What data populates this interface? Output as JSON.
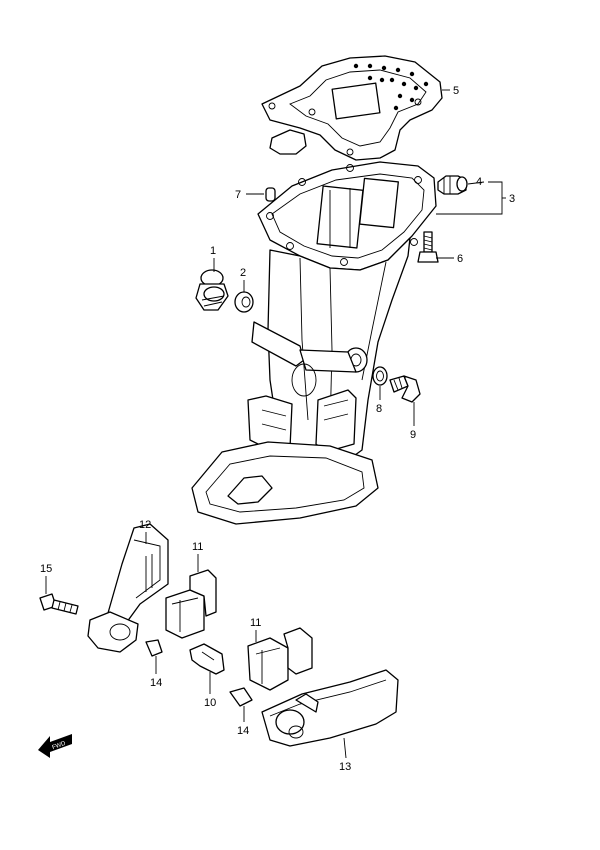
{
  "diagram": {
    "callouts": [
      {
        "id": "c5",
        "text": "5"
      },
      {
        "id": "c4",
        "text": "4"
      },
      {
        "id": "c3",
        "text": "3"
      },
      {
        "id": "c7",
        "text": "7"
      },
      {
        "id": "c6",
        "text": "6"
      },
      {
        "id": "c1",
        "text": "1"
      },
      {
        "id": "c2",
        "text": "2"
      },
      {
        "id": "c8",
        "text": "8"
      },
      {
        "id": "c9",
        "text": "9"
      },
      {
        "id": "c12",
        "text": "12"
      },
      {
        "id": "c11a",
        "text": "11"
      },
      {
        "id": "c15",
        "text": "15"
      },
      {
        "id": "c14a",
        "text": "14"
      },
      {
        "id": "c10",
        "text": "10"
      },
      {
        "id": "c11b",
        "text": "11"
      },
      {
        "id": "c14b",
        "text": "14"
      },
      {
        "id": "c13",
        "text": "13"
      }
    ],
    "direction_arrow": {
      "label": "FWD",
      "icon": "fwd-arrow-icon"
    }
  }
}
